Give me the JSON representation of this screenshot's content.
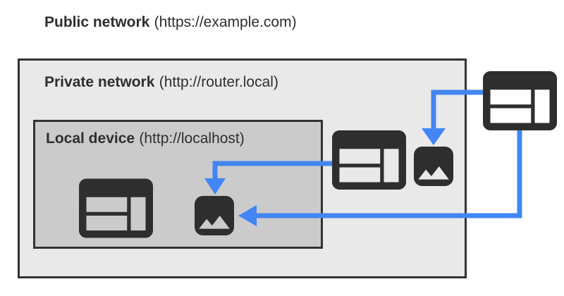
{
  "colors": {
    "page-bg": "#ffffff",
    "ink": "#2e2e2e",
    "accent-blue": "#4285f4",
    "private-fill": "#e9e9e9",
    "local-fill": "#cbcbcb",
    "box-border": "#333333"
  },
  "labels": {
    "public": {
      "name": "Public network",
      "url": "(https://example.com)"
    },
    "private": {
      "name": "Private network",
      "url": "(http://router.local)"
    },
    "local": {
      "name": "Local device",
      "url": "(http://localhost)"
    }
  },
  "icons": {
    "public_browser": "browser-window-icon",
    "private_browser": "browser-window-icon",
    "private_image": "image-icon",
    "local_browser": "browser-window-icon",
    "local_image": "image-icon"
  },
  "arrows": [
    {
      "from": "public-browser-icon",
      "to": "private-image-icon",
      "direction": "down"
    },
    {
      "from": "private-browser-icon",
      "to": "local-image-icon",
      "direction": "down"
    },
    {
      "from": "public-browser-icon",
      "to": "local-image-icon",
      "direction": "left"
    }
  ]
}
